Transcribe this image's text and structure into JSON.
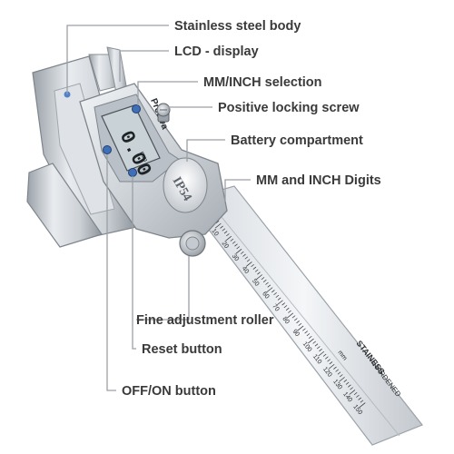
{
  "callouts": [
    {
      "id": "stainless-steel-body",
      "label": "Stainless steel body"
    },
    {
      "id": "lcd-display",
      "label": "LCD - display"
    },
    {
      "id": "mm-inch-selection",
      "label": "MM/INCH selection"
    },
    {
      "id": "positive-locking-screw",
      "label": "Positive locking screw"
    },
    {
      "id": "battery-compartment",
      "label": "Battery compartment"
    },
    {
      "id": "mm-inch-digits",
      "label": "MM and INCH Digits"
    },
    {
      "id": "fine-adjustment-roller",
      "label": "Fine adjustment roller"
    },
    {
      "id": "reset-button",
      "label": "Reset button"
    },
    {
      "id": "off-on-button",
      "label": "OFF/ON button"
    }
  ],
  "device": {
    "display_reading": "0.00",
    "display_unit": "mm",
    "brand": "Preciva",
    "rating_badge": "IP54",
    "scale_numbers": [
      "10",
      "20",
      "30",
      "40",
      "50",
      "60",
      "70",
      "80",
      "90",
      "100",
      "110",
      "120",
      "130",
      "140",
      "150"
    ],
    "scale_unit": "mm",
    "beam_text_1": "STAINESS",
    "beam_text_2": "HARDENED"
  },
  "colors": {
    "steel_light": "#eceff2",
    "steel_mid": "#c9ced4",
    "steel_dark": "#8f969e",
    "lcd_background": "#c9d2d6",
    "lcd_digits": "#1e2327",
    "leader_line": "#9aa0a6",
    "button_blue": "#3f6fb8",
    "label_text": "#3a3a3a"
  }
}
